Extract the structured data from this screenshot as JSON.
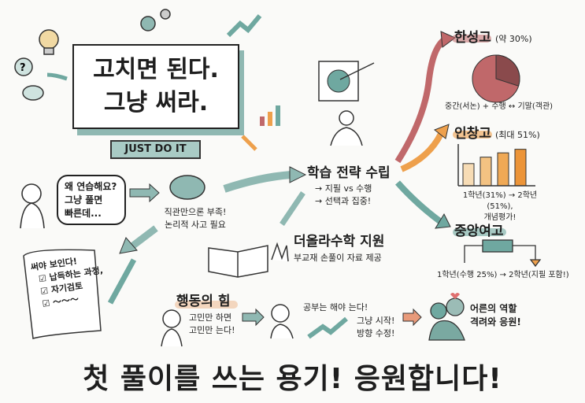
{
  "title": {
    "line1": "고치면 된다.",
    "line2": "그냥 써라.",
    "ribbon": "JUST DO IT"
  },
  "question": {
    "bubble": [
      "왜 연습해요?",
      "그냥 풀면",
      "빠른데..."
    ]
  },
  "brain": {
    "line1": "직관만으론 부족!",
    "line2": "논리적 사고 필요"
  },
  "strategy": {
    "title": "학습 전략 수립",
    "sub1": "→ 지필 vs 수행",
    "sub2": "→ 선택과 집중!"
  },
  "support": {
    "title": "더올라수학 지원",
    "sub": "부교재 손풀이 자료 제공"
  },
  "scroll": {
    "title": "써야 보인다!",
    "item1": "납득하는 과정,",
    "item2": "자기검토"
  },
  "action": {
    "title": "행동의 힘",
    "text1": "고민만 하면",
    "text2": "고민만 는다!",
    "think": "공부는 해야 는다!",
    "go1": "그냥 시작!",
    "go2": "방향 수정!",
    "adult1": "어른의 역할",
    "adult2": "격려와 응원!"
  },
  "schools": [
    {
      "name": "한성고",
      "note": "(약 30%)",
      "caption": "중간(서논) + 수행 ↔ 기말(객관)",
      "color": "#c0686a",
      "share": 0.3
    },
    {
      "name": "인창고",
      "note": "(최대 51%)",
      "caption1": "1학년(31%) → 2학년(51%),",
      "caption2": "개념평가!",
      "color": "#eea04c",
      "bars": [
        31,
        40,
        46,
        51
      ]
    },
    {
      "name": "중앙여고",
      "caption": "1학년(수행 25%) → 2학년(지필 포함!)",
      "color": "#6fa8a0"
    }
  ],
  "footer": "첫 풀이를 쓰는 용기! 응원합니다!"
}
